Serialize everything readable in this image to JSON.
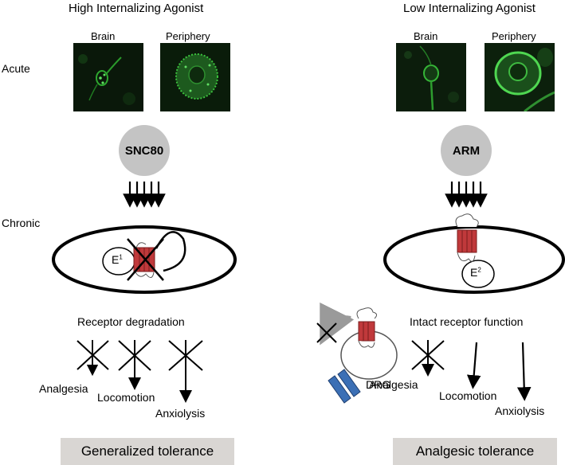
{
  "columns": {
    "left": {
      "heading": "High Internalizing Agonist",
      "brain_label": "Brain",
      "periphery_label": "Periphery",
      "drug": "SNC80",
      "endosome_label": "E",
      "endosome_sup": "1",
      "fate": "Receptor degradation",
      "outcomes": [
        "Analgesia",
        "Locomotion",
        "Anxiolysis"
      ],
      "summary": "Generalized tolerance"
    },
    "right": {
      "heading": "Low Internalizing Agonist",
      "brain_label": "Brain",
      "periphery_label": "Periphery",
      "drug": "ARM",
      "endosome_label": "E",
      "endosome_sup": "2",
      "fate": "Intact receptor function",
      "drg_label": "DRG",
      "outcomes": [
        "Analgesia",
        "Locomotion",
        "Anxiolysis"
      ],
      "summary": "Analgesic tolerance"
    }
  },
  "row_labels": {
    "acute": "Acute",
    "chronic": "Chronic"
  },
  "colors": {
    "receptor": "#c0393b",
    "drug_circle": "#c4c4c4",
    "banner": "#d9d6d3",
    "fluorescence": "#39c43b",
    "drg_bars": "#3b6fb5"
  }
}
